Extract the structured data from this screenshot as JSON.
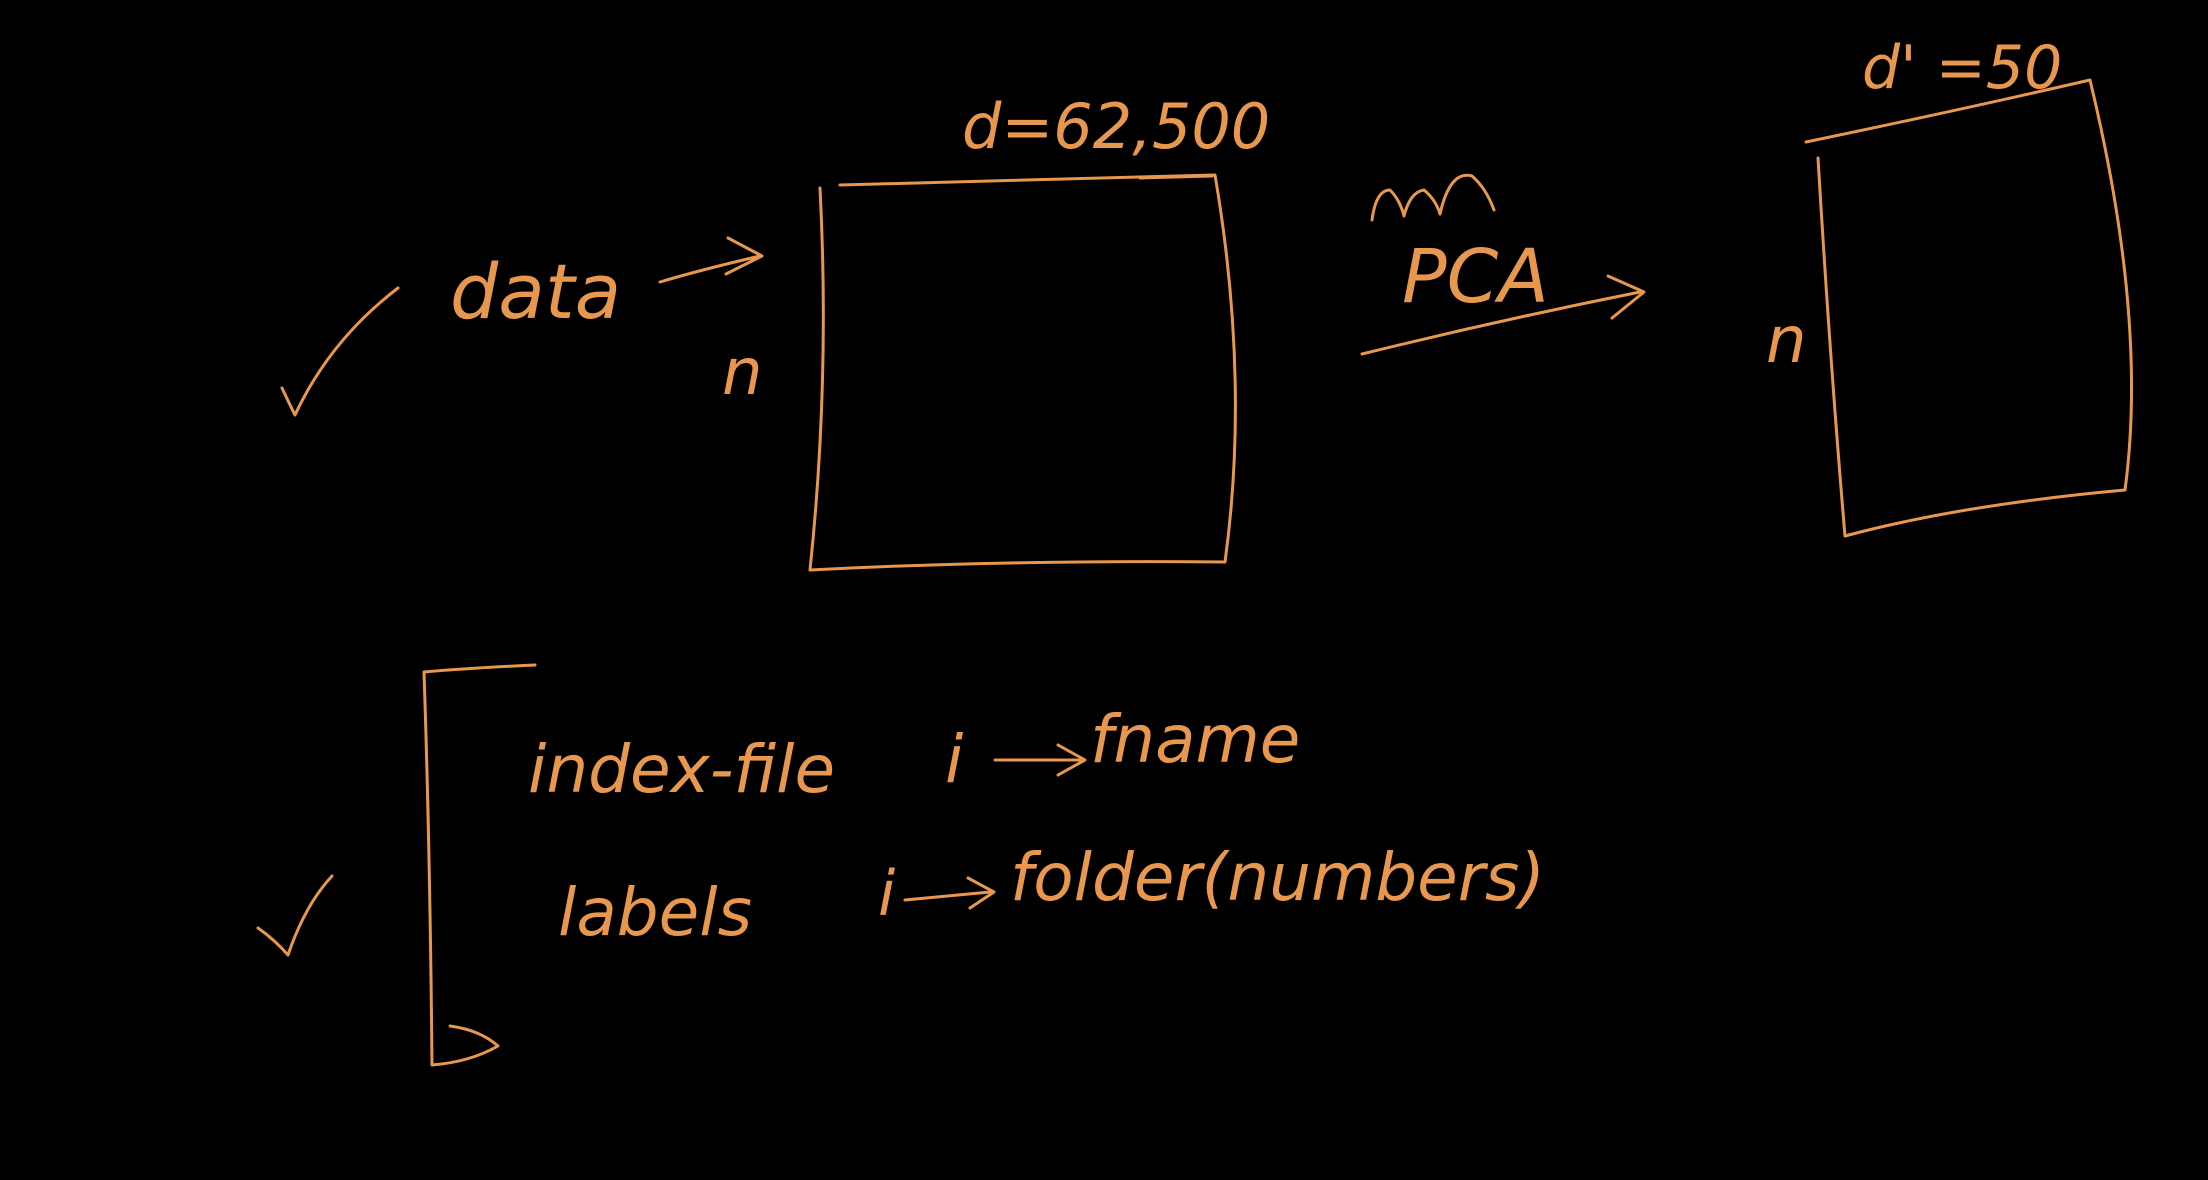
{
  "ink_color": "#e8974e",
  "background_color": "#000000",
  "left_matrix": {
    "input_label": "data",
    "row_label": "n",
    "col_label": "d=62,500"
  },
  "transform": {
    "label": "PCA"
  },
  "right_matrix": {
    "row_label": "n",
    "col_label": "d' =50"
  },
  "notes": [
    {
      "key": "index-file",
      "index": "i",
      "value": "fname"
    },
    {
      "key": "labels",
      "index": "i",
      "value": "folder(numbers)"
    }
  ]
}
